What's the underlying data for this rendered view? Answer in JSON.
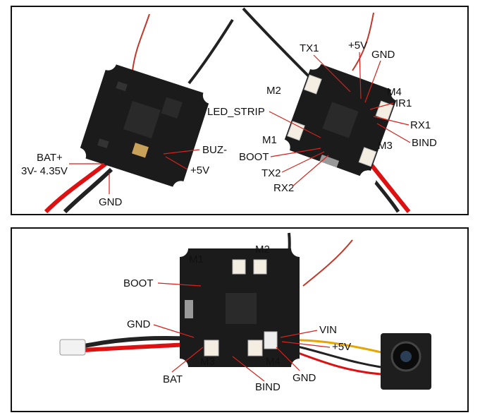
{
  "top_panel": {
    "left_board": {
      "bat_plus": "BAT+",
      "voltage": "3V- 4.35V",
      "gnd": "GND",
      "buz_minus": "BUZ-",
      "plus5v": "+5V"
    },
    "right_board": {
      "tx1": "TX1",
      "plus5v": "+5V",
      "gnd": "GND",
      "m2": "M2",
      "m4": "M4",
      "ir1": "IR1",
      "led_strip": "LED_STRIP",
      "rx1": "RX1",
      "m1": "M1",
      "bind": "BIND",
      "boot": "BOOT",
      "m3": "M3",
      "tx2": "TX2",
      "rx2": "RX2"
    }
  },
  "bottom_panel": {
    "m1": "M1",
    "m2": "M2",
    "boot": "BOOT",
    "gnd_left": "GND",
    "vin": "VIN",
    "plus5v": "+5V",
    "m3": "M3",
    "m4": "M4",
    "bat": "BAT",
    "bind": "BIND",
    "gnd_right": "GND"
  }
}
